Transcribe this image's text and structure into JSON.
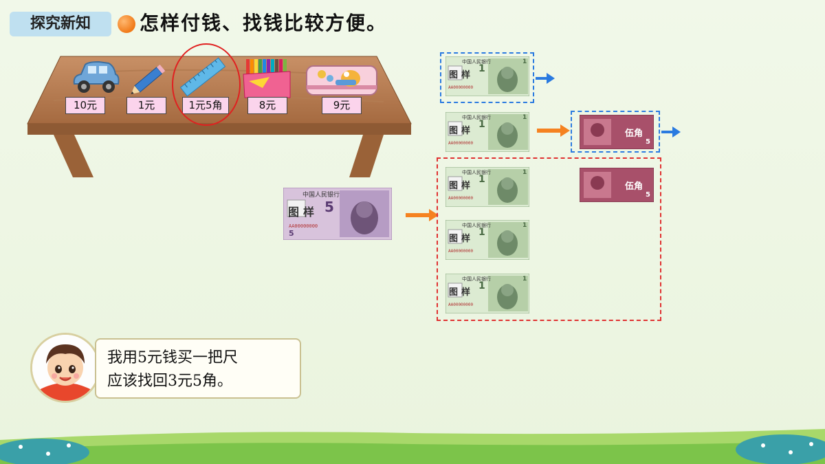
{
  "header": {
    "tag": "探究新知",
    "title": "怎样付钱、找钱比较方便。"
  },
  "prices": [
    "10元",
    "1元",
    "1元5角",
    "8元",
    "9元"
  ],
  "speech": {
    "line1": "我用5元钱买一把尺",
    "line2": "应该找回3元5角。"
  },
  "notes": {
    "bank_text": "中国人民银行",
    "sample": "图样",
    "five_yuan_denom": "5",
    "five_yuan_serial": "AA00000000",
    "one_yuan_denom": "1",
    "one_yuan_serial": "AA00000000",
    "five_jiao_label": "伍角",
    "five_jiao_denom": "5"
  },
  "colors": {
    "accent": "#f07a18",
    "tag": "#bfe0f0",
    "arrow_orange": "#f58220",
    "arrow_blue": "#2a7ae0",
    "circle": "#e02020"
  }
}
